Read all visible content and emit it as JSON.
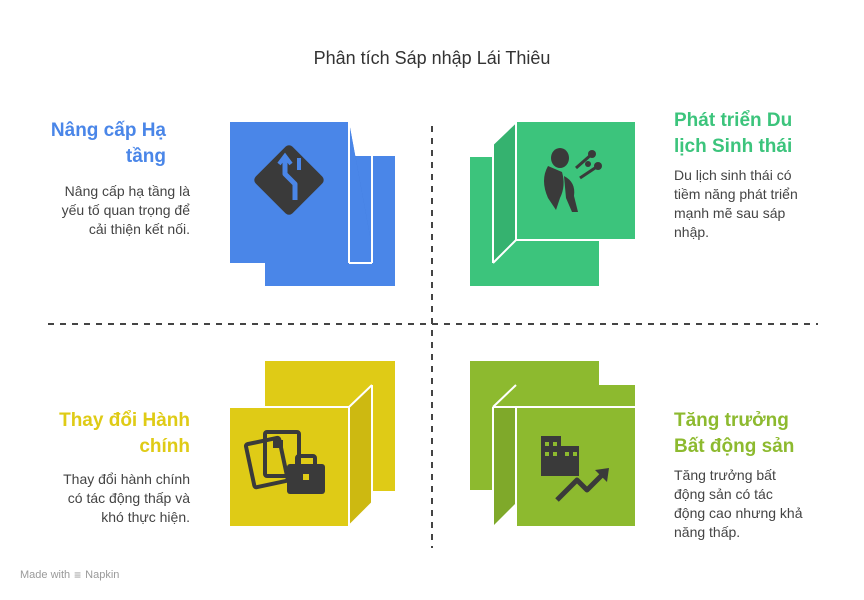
{
  "title": "Phân tích Sáp nhập Lái Thiêu",
  "colors": {
    "blue": "#4A86E8",
    "green": "#3CC47C",
    "yellow": "#DFCB16",
    "lime": "#8DBA2F",
    "icon": "#3a3a3a",
    "divider": "#444444"
  },
  "quadrants": {
    "top_left": {
      "heading": "Nâng cấp Hạ tầng",
      "heading_lines": [
        "Nâng cấp Hạ",
        "tầng"
      ],
      "desc_lines": [
        "Nâng cấp hạ tầng là",
        "yếu tố quan trọng để",
        "cải thiện kết nối."
      ],
      "icon": "road-sign-icon",
      "color": "#4A86E8"
    },
    "top_right": {
      "heading_lines": [
        "Phát triển Du",
        "lịch Sinh thái"
      ],
      "desc_lines": [
        "Du lịch sinh thái có",
        "tiềm năng phát triển",
        "mạnh mẽ sau sáp",
        "nhập."
      ],
      "icon": "nature-woman-icon",
      "color": "#3CC47C"
    },
    "bottom_left": {
      "heading_lines": [
        "Thay đổi Hành",
        "chính"
      ],
      "desc_lines": [
        "Thay đổi hành chính",
        "có tác động thấp và",
        "khó thực hiện."
      ],
      "icon": "documents-briefcase-icon",
      "color": "#DFCB16"
    },
    "bottom_right": {
      "heading_lines": [
        "Tăng trưởng",
        "Bất động sản"
      ],
      "desc_lines": [
        "Tăng trưởng bất",
        "động sản có tác",
        "động cao nhưng khả",
        "năng thấp."
      ],
      "icon": "buildings-growth-icon",
      "color": "#8DBA2F"
    }
  },
  "footer": {
    "made_with": "Made with",
    "brand": "Napkin"
  }
}
